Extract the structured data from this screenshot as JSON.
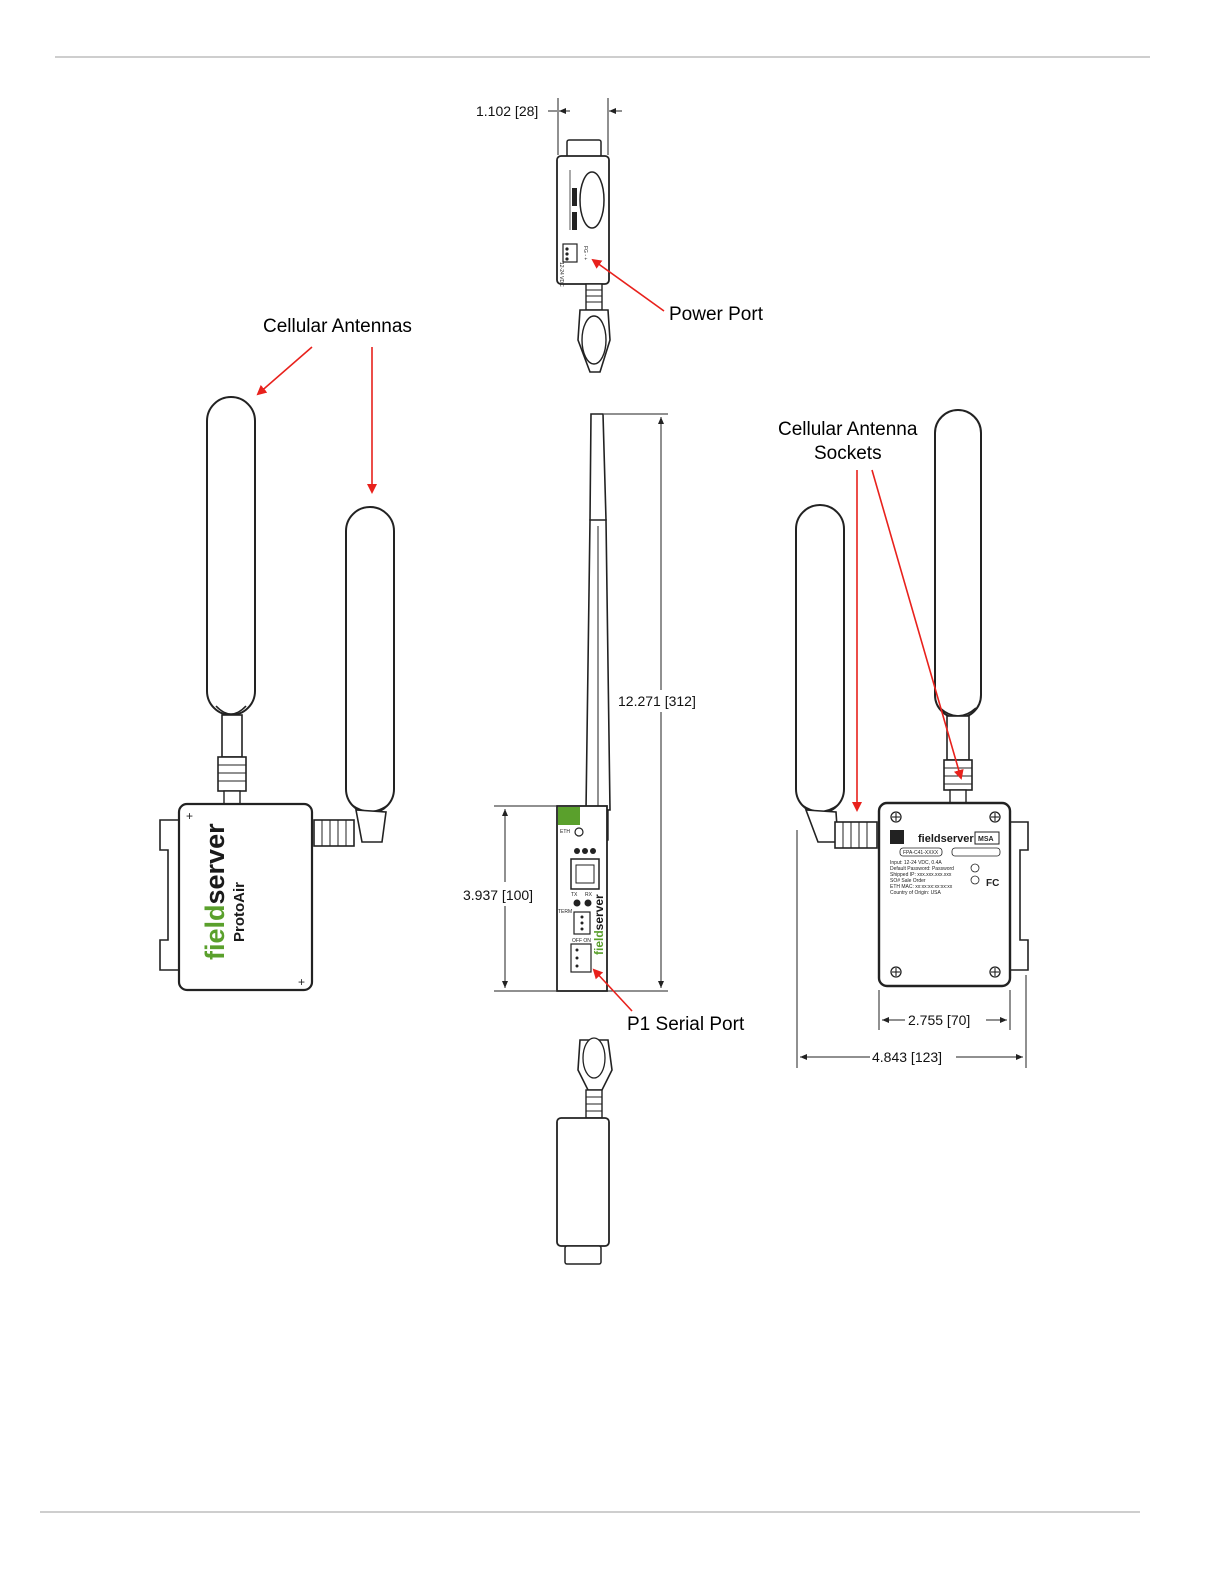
{
  "callouts": {
    "cellular_antennas": "Cellular Antennas",
    "power_port": "Power Port",
    "sockets_line1": "Cellular Antenna",
    "sockets_line2": "Sockets",
    "p1_serial_port": "P1 Serial Port"
  },
  "dimensions": {
    "top_width": "1.102 [28]",
    "height_total": "12.271 [312]",
    "height_body": "3.937 [100]",
    "body_width": "2.755 [70]",
    "overall_width": "4.843 [123]"
  },
  "device_left": {
    "brand_green": "field",
    "brand_dark": "server",
    "model": "ProtoAir"
  },
  "device_front": {
    "brand_green": "field",
    "brand_dark": "server",
    "eth_label": "ETH",
    "tx_label": "TX",
    "rx_label": "RX",
    "term_label": "TERM",
    "off_on_label": "OFF ON"
  },
  "device_top": {
    "voltage_label": "12-24 VDC",
    "fg_label": "FG - +"
  },
  "device_back": {
    "brand_green": "field",
    "brand_dark": "server",
    "logo": "MSA",
    "label_lines": [
      "Input: 12-24 VDC, 0.4A",
      "Default Password: Password",
      "Shipped IP: xxx.xxx.xxx.xxx",
      "SO#  Sale Order",
      "ETH MAC: xx:xx:xx:xx:xx:xx",
      "Country of Origin: USA"
    ],
    "model_code": "FPA-C41-XXXX",
    "fcc_mark": "FC"
  },
  "colors": {
    "arrow": "#e8211c",
    "brand_green": "#5aa02c",
    "line": "#1a1a1a"
  }
}
